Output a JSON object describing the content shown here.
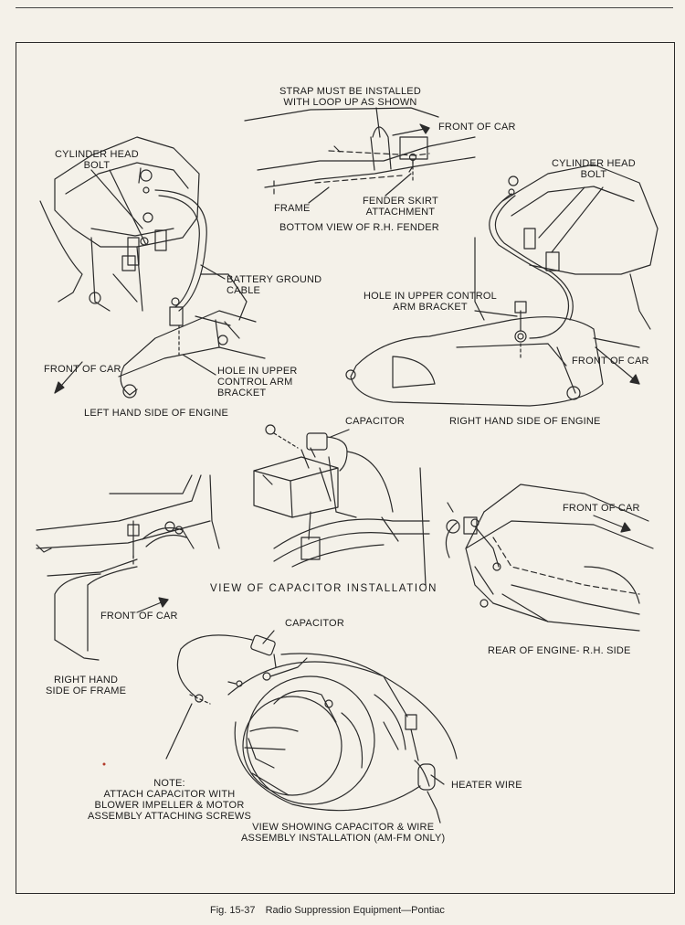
{
  "labels": {
    "strap_note_1": "STRAP MUST BE INSTALLED",
    "strap_note_2": "WITH LOOP UP AS SHOWN",
    "front_of_car": "FRONT OF CAR",
    "frame": "FRAME",
    "fender_skirt_1": "FENDER SKIRT",
    "fender_skirt_2": "ATTACHMENT",
    "bottom_view": "BOTTOM VIEW OF R.H. FENDER",
    "cyl_head_1": "CYLINDER HEAD",
    "cyl_head_2": "BOLT",
    "battery_ground_1": "BATTERY GROUND",
    "battery_ground_2": "CABLE",
    "hole_upper_1": "HOLE IN UPPER",
    "hole_upper_2": "CONTROL ARM",
    "hole_upper_3": "BRACKET",
    "left_side": "LEFT HAND SIDE OF ENGINE",
    "hole_upper_right_1": "HOLE IN UPPER CONTROL",
    "hole_upper_right_2": "ARM BRACKET",
    "right_side": "RIGHT HAND SIDE OF ENGINE",
    "capacitor": "CAPACITOR",
    "view_capacitor": "VIEW OF CAPACITOR INSTALLATION",
    "right_hand_frame_1": "RIGHT HAND",
    "right_hand_frame_2": "SIDE OF FRAME",
    "rear_engine": "REAR OF ENGINE- R.H. SIDE",
    "note_1": "NOTE:",
    "note_2": "ATTACH CAPACITOR WITH",
    "note_3": "BLOWER IMPELLER & MOTOR",
    "note_4": "ASSEMBLY ATTACHING SCREWS",
    "heater_wire": "HEATER WIRE",
    "view_showing_1": "VIEW SHOWING CAPACITOR & WIRE",
    "view_showing_2": "ASSEMBLY INSTALLATION (AM-FM ONLY)"
  },
  "caption": {
    "fig": "Fig. 15-37",
    "title": "Radio Suppression Equipment—Pontiac"
  }
}
